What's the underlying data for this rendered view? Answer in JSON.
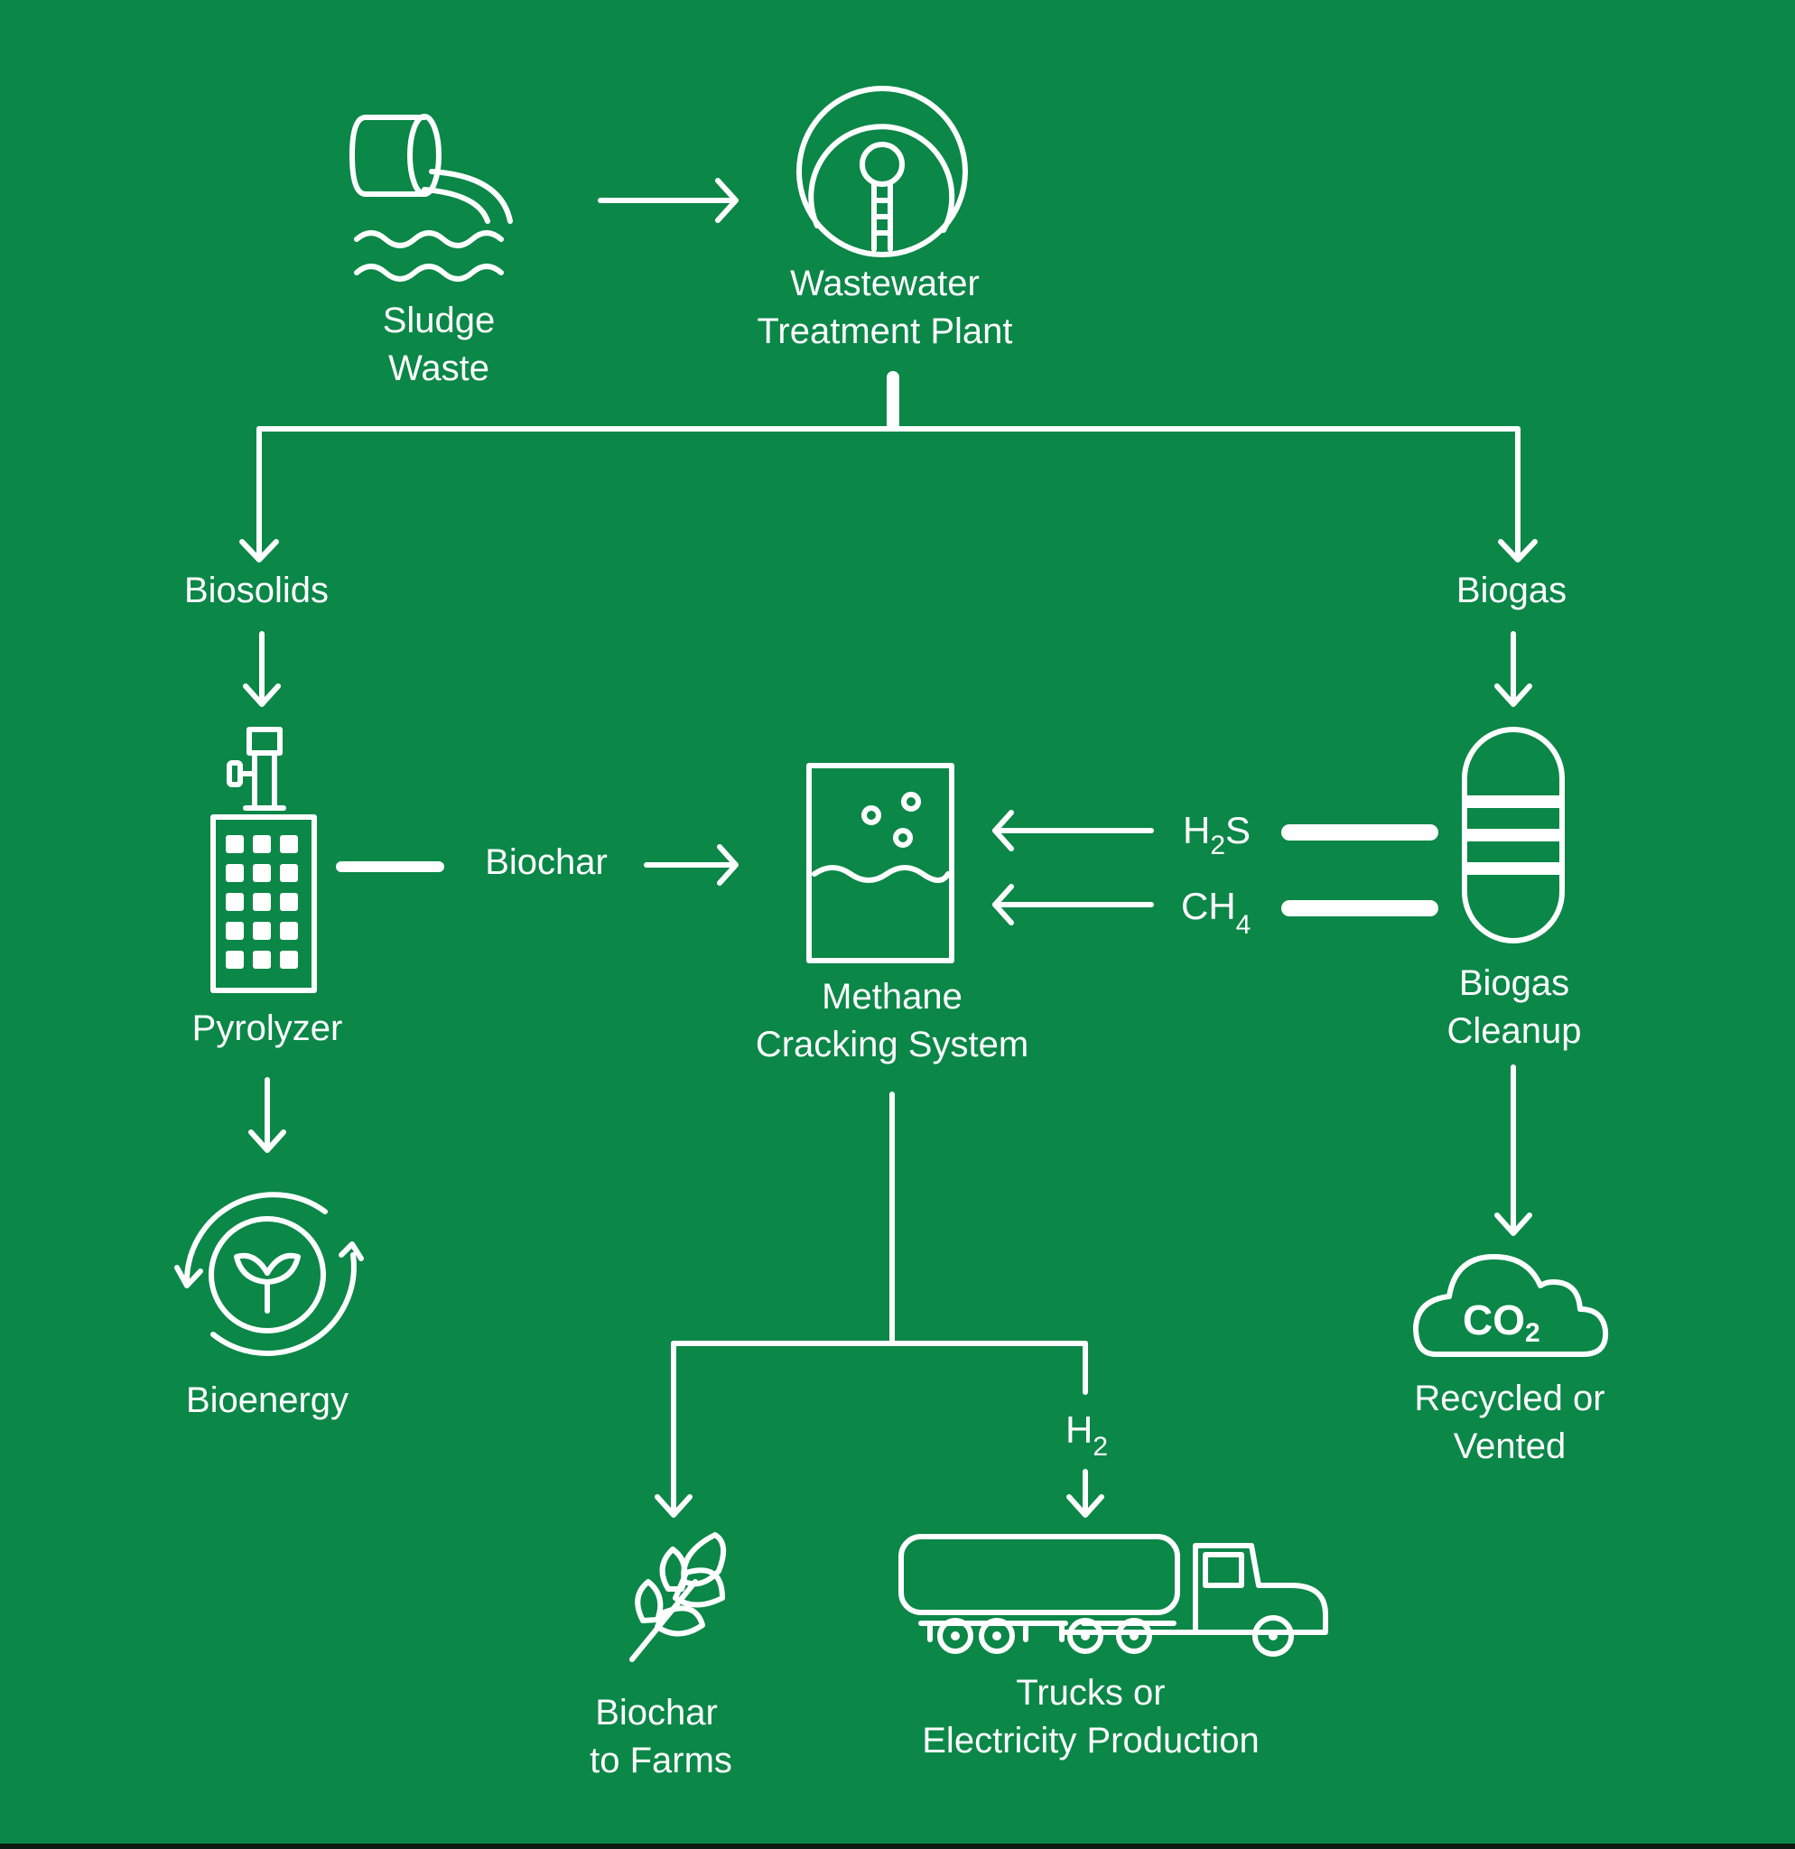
{
  "diagram": {
    "background_color": "#0b8748",
    "line_color": "#ffffff",
    "nodes": {
      "sludge_waste": {
        "line1": "Sludge",
        "line2": "Waste",
        "icon": "pipe-discharge-icon"
      },
      "wwtp": {
        "line1": "Wastewater",
        "line2": "Treatment Plant",
        "icon": "treatment-plant-icon"
      },
      "biosolids": {
        "label": "Biosolids"
      },
      "biogas": {
        "label": "Biogas"
      },
      "pyrolyzer": {
        "label": "Pyrolyzer",
        "icon": "pyrolyzer-icon"
      },
      "biochar_flow": {
        "label": "Biochar"
      },
      "methane_cracking": {
        "line1": "Methane",
        "line2": "Cracking System",
        "icon": "reactor-tank-icon"
      },
      "h2s": {
        "main": "H",
        "sub": "2",
        "tail": "S"
      },
      "ch4": {
        "main": "CH",
        "sub": "4"
      },
      "biogas_cleanup": {
        "line1": "Biogas",
        "line2": "Cleanup",
        "icon": "gas-tank-icon"
      },
      "bioenergy": {
        "label": "Bioenergy",
        "icon": "bioenergy-cycle-icon"
      },
      "co2": {
        "main": "CO",
        "sub": "2",
        "line1": "Recycled or",
        "line2": "Vented",
        "icon": "co2-cloud-icon"
      },
      "h2": {
        "main": "H",
        "sub": "2"
      },
      "biochar_farms": {
        "line1": "Biochar",
        "line2": "to Farms",
        "icon": "wheat-sprig-icon"
      },
      "trucks": {
        "line1": "Trucks or",
        "line2": "Electricity Production",
        "icon": "tanker-truck-icon"
      }
    },
    "edges": [
      {
        "from": "Sludge Waste",
        "to": "Wastewater Treatment Plant"
      },
      {
        "from": "Wastewater Treatment Plant",
        "to": "Biosolids"
      },
      {
        "from": "Wastewater Treatment Plant",
        "to": "Biogas"
      },
      {
        "from": "Biosolids",
        "to": "Pyrolyzer"
      },
      {
        "from": "Pyrolyzer",
        "to": "Methane Cracking System",
        "label": "Biochar"
      },
      {
        "from": "Pyrolyzer",
        "to": "Bioenergy"
      },
      {
        "from": "Biogas",
        "to": "Biogas Cleanup"
      },
      {
        "from": "Biogas Cleanup",
        "to": "Methane Cracking System",
        "label": "H2S"
      },
      {
        "from": "Biogas Cleanup",
        "to": "Methane Cracking System",
        "label": "CH4"
      },
      {
        "from": "Biogas Cleanup",
        "to": "CO2 Recycled or Vented"
      },
      {
        "from": "Methane Cracking System",
        "to": "Biochar to Farms"
      },
      {
        "from": "Methane Cracking System",
        "to": "Trucks or Electricity Production",
        "label": "H2"
      }
    ]
  }
}
